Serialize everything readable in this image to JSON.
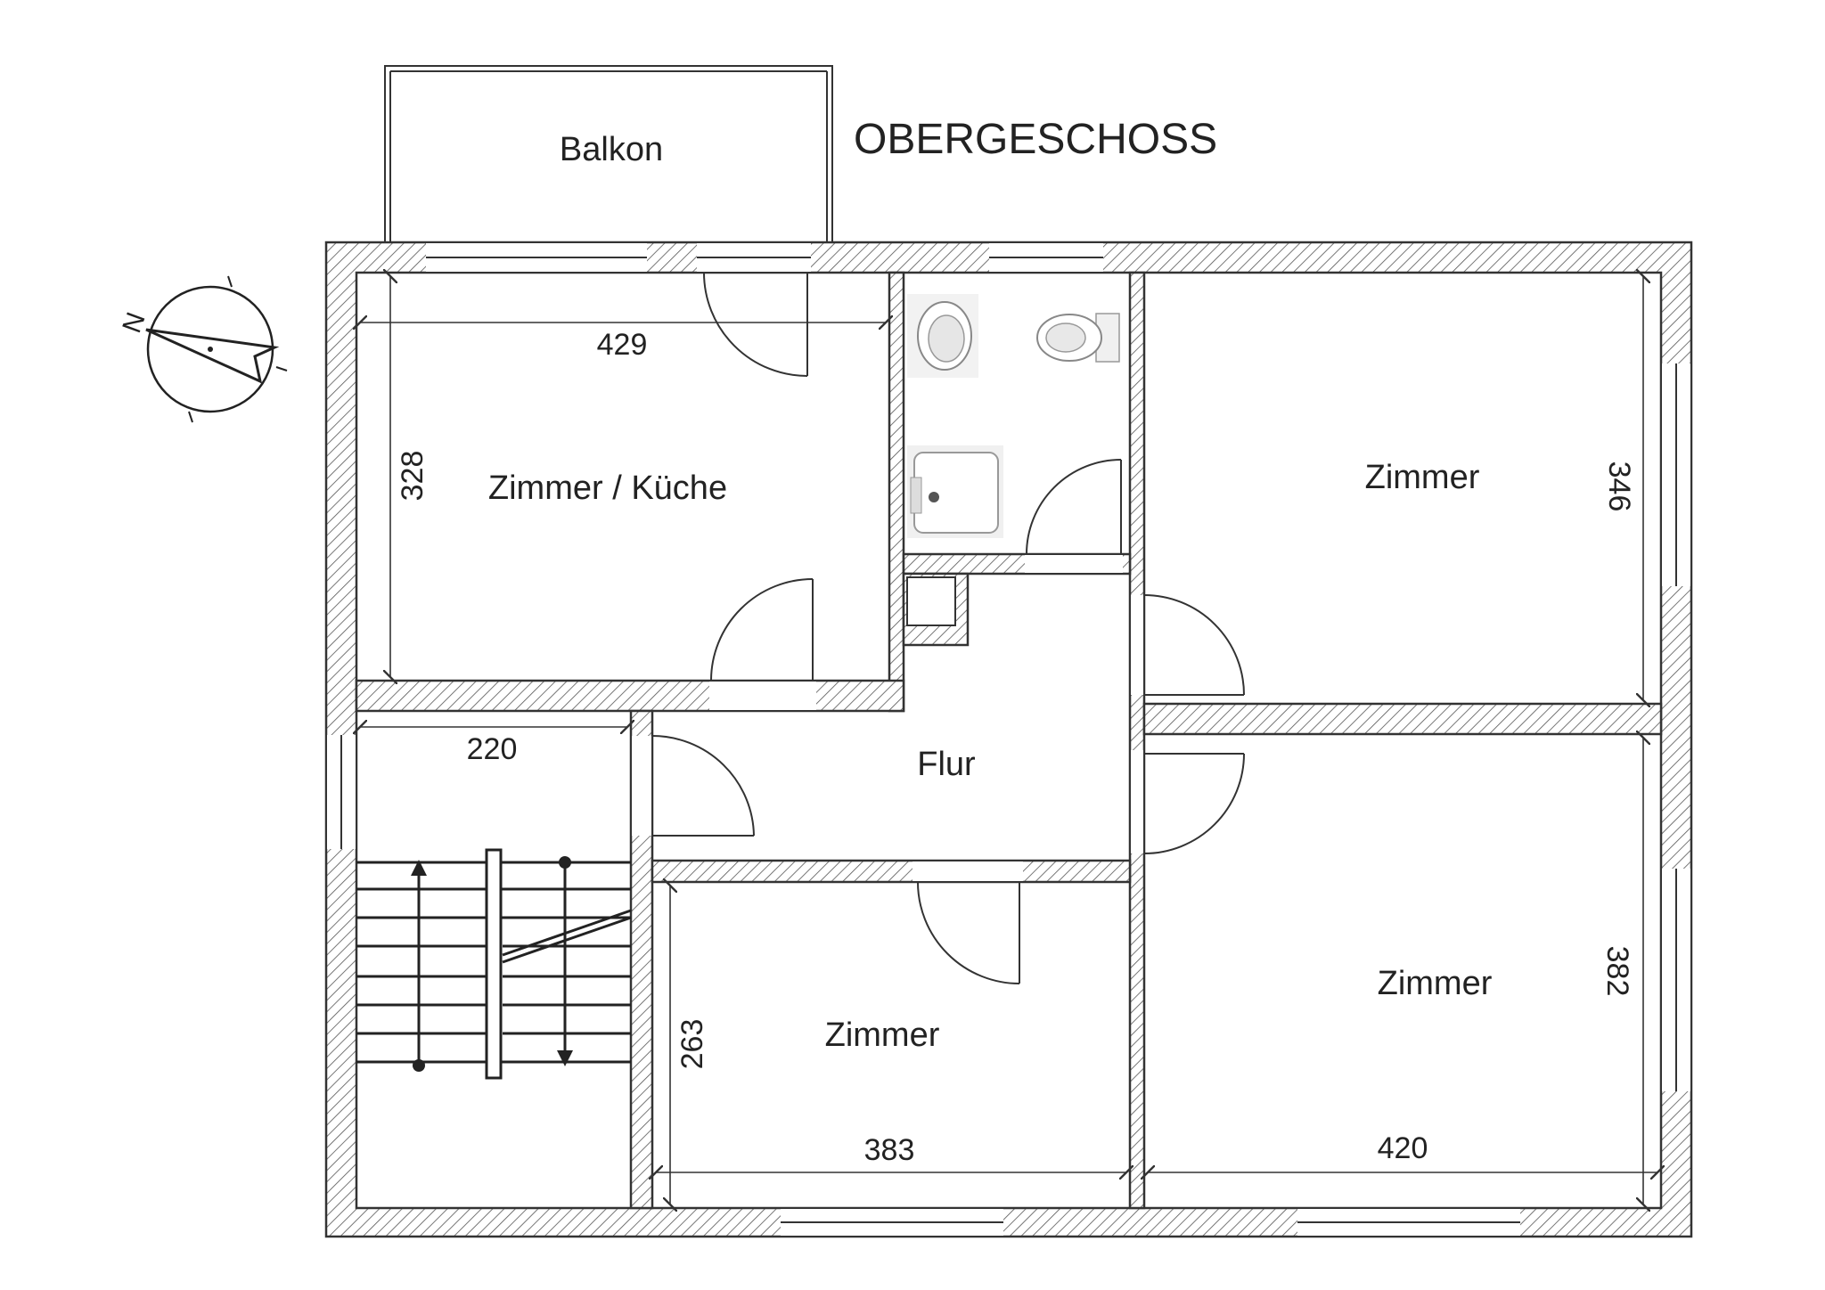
{
  "floor_title": "OBERGESCHOSS",
  "rooms": {
    "balkon": "Balkon",
    "kitchen": "Zimmer / Küche",
    "room_ne": "Zimmer",
    "flur": "Flur",
    "room_s": "Zimmer",
    "room_se": "Zimmer"
  },
  "dimensions": {
    "kitchen_width": "429",
    "kitchen_depth": "328",
    "stair_width": "220",
    "room_ne_depth": "346",
    "room_s_width": "383",
    "room_s_depth": "263",
    "room_se_width": "420",
    "room_se_depth": "382"
  },
  "compass": {
    "north_label": "N"
  },
  "colors": {
    "ink": "#333333",
    "background": "#ffffff"
  }
}
